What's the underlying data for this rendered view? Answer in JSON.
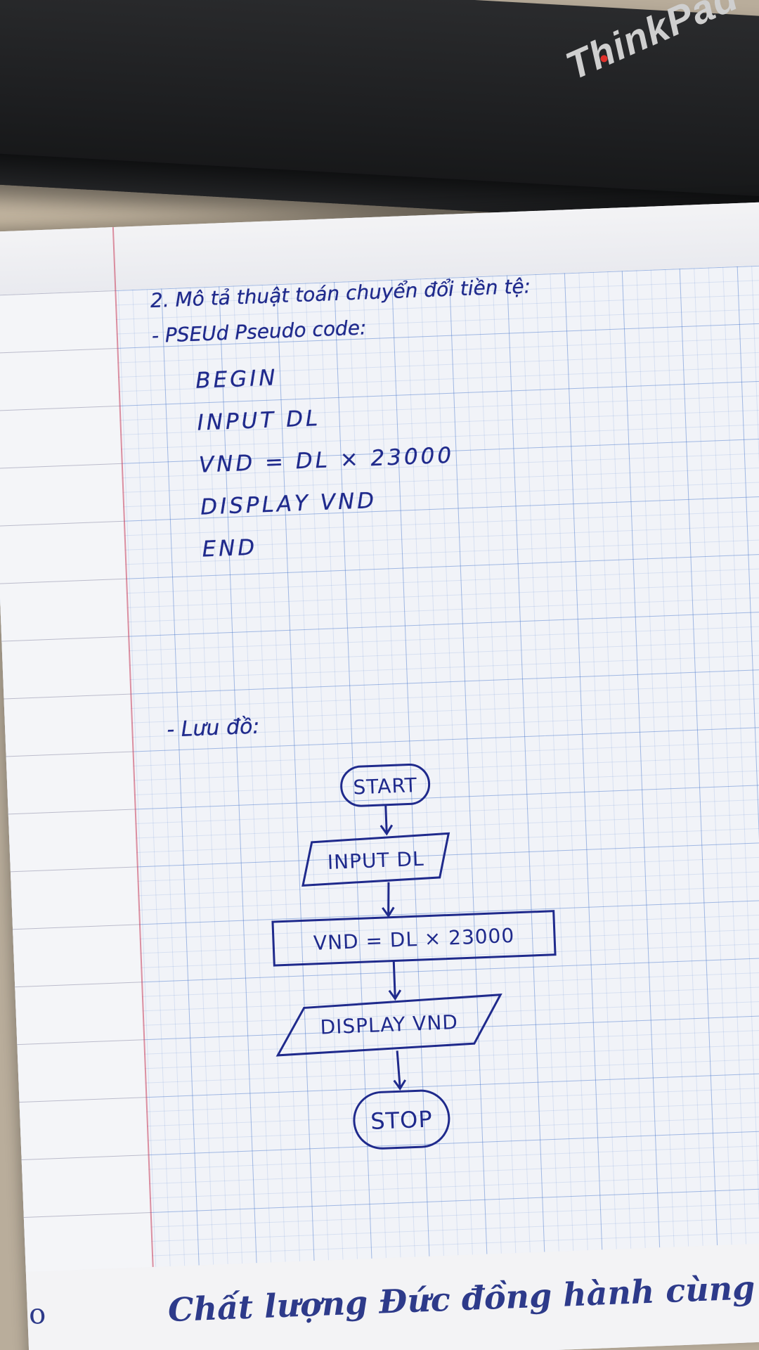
{
  "laptop": {
    "brand": "ThinkPad"
  },
  "notebook": {
    "heading": "2. Mô tả thuật toán chuyển đổi tiền tệ:",
    "pseudo_label": "- PSEUd Pseudo code:",
    "pseudocode": [
      "BEGIN",
      "INPUT   DL",
      "VND =   DL × 23000",
      "DISPLAY   VND",
      "END"
    ],
    "flowchart_label": "- Lưu đồ:",
    "flowchart": {
      "start": "START",
      "input": "INPUT DL",
      "process": "VND = DL × 23000",
      "output": "DISPLAY VND",
      "stop": "STOP"
    },
    "footer": "Chất lượng Đức đồng hành cùng sức khoẻ Việt",
    "footer_left": "o"
  },
  "colors": {
    "ink": "#1f2a8c",
    "grid": "#3c6ec8",
    "cover": "#1d1e20"
  }
}
